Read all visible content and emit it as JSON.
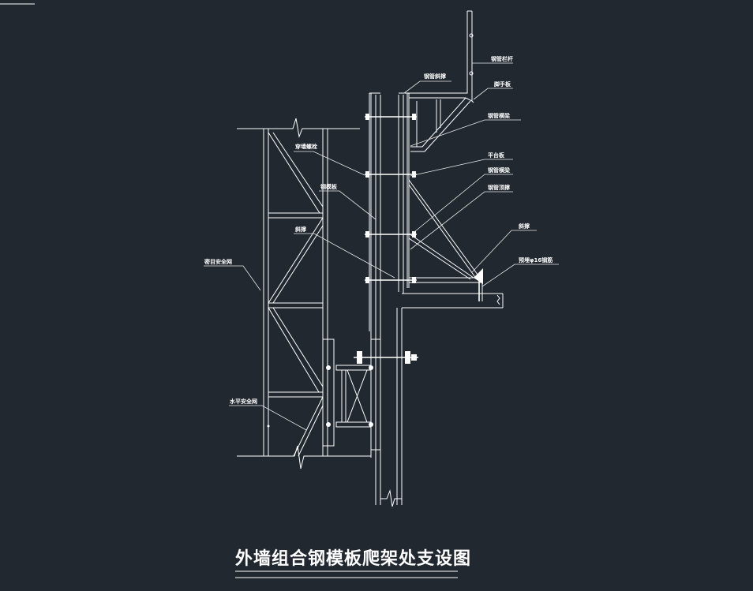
{
  "drawing": {
    "title": "外墙组合钢模板爬架处支设图",
    "labels": {
      "railing_pipe": "钢管栏杆",
      "scaffold_board": "脚手板",
      "steel_pipe_support": "钢管斜撑",
      "platform_beam": "钢管横梁",
      "platform_board": "平台板",
      "form_beam": "钢管横梁",
      "steel_pipe_top": "钢管顶撑",
      "wall_tie": "穿墙螺栓",
      "diag_brace": "斜撑",
      "form_board": "钢模板",
      "safety_net": "密目安全网",
      "shoring": "斜撑",
      "support_bolt": "预埋φ16钢筋",
      "horizontal_net": "水平安全网"
    }
  },
  "colors": {
    "background": "#212830",
    "line": "#ffffff"
  }
}
